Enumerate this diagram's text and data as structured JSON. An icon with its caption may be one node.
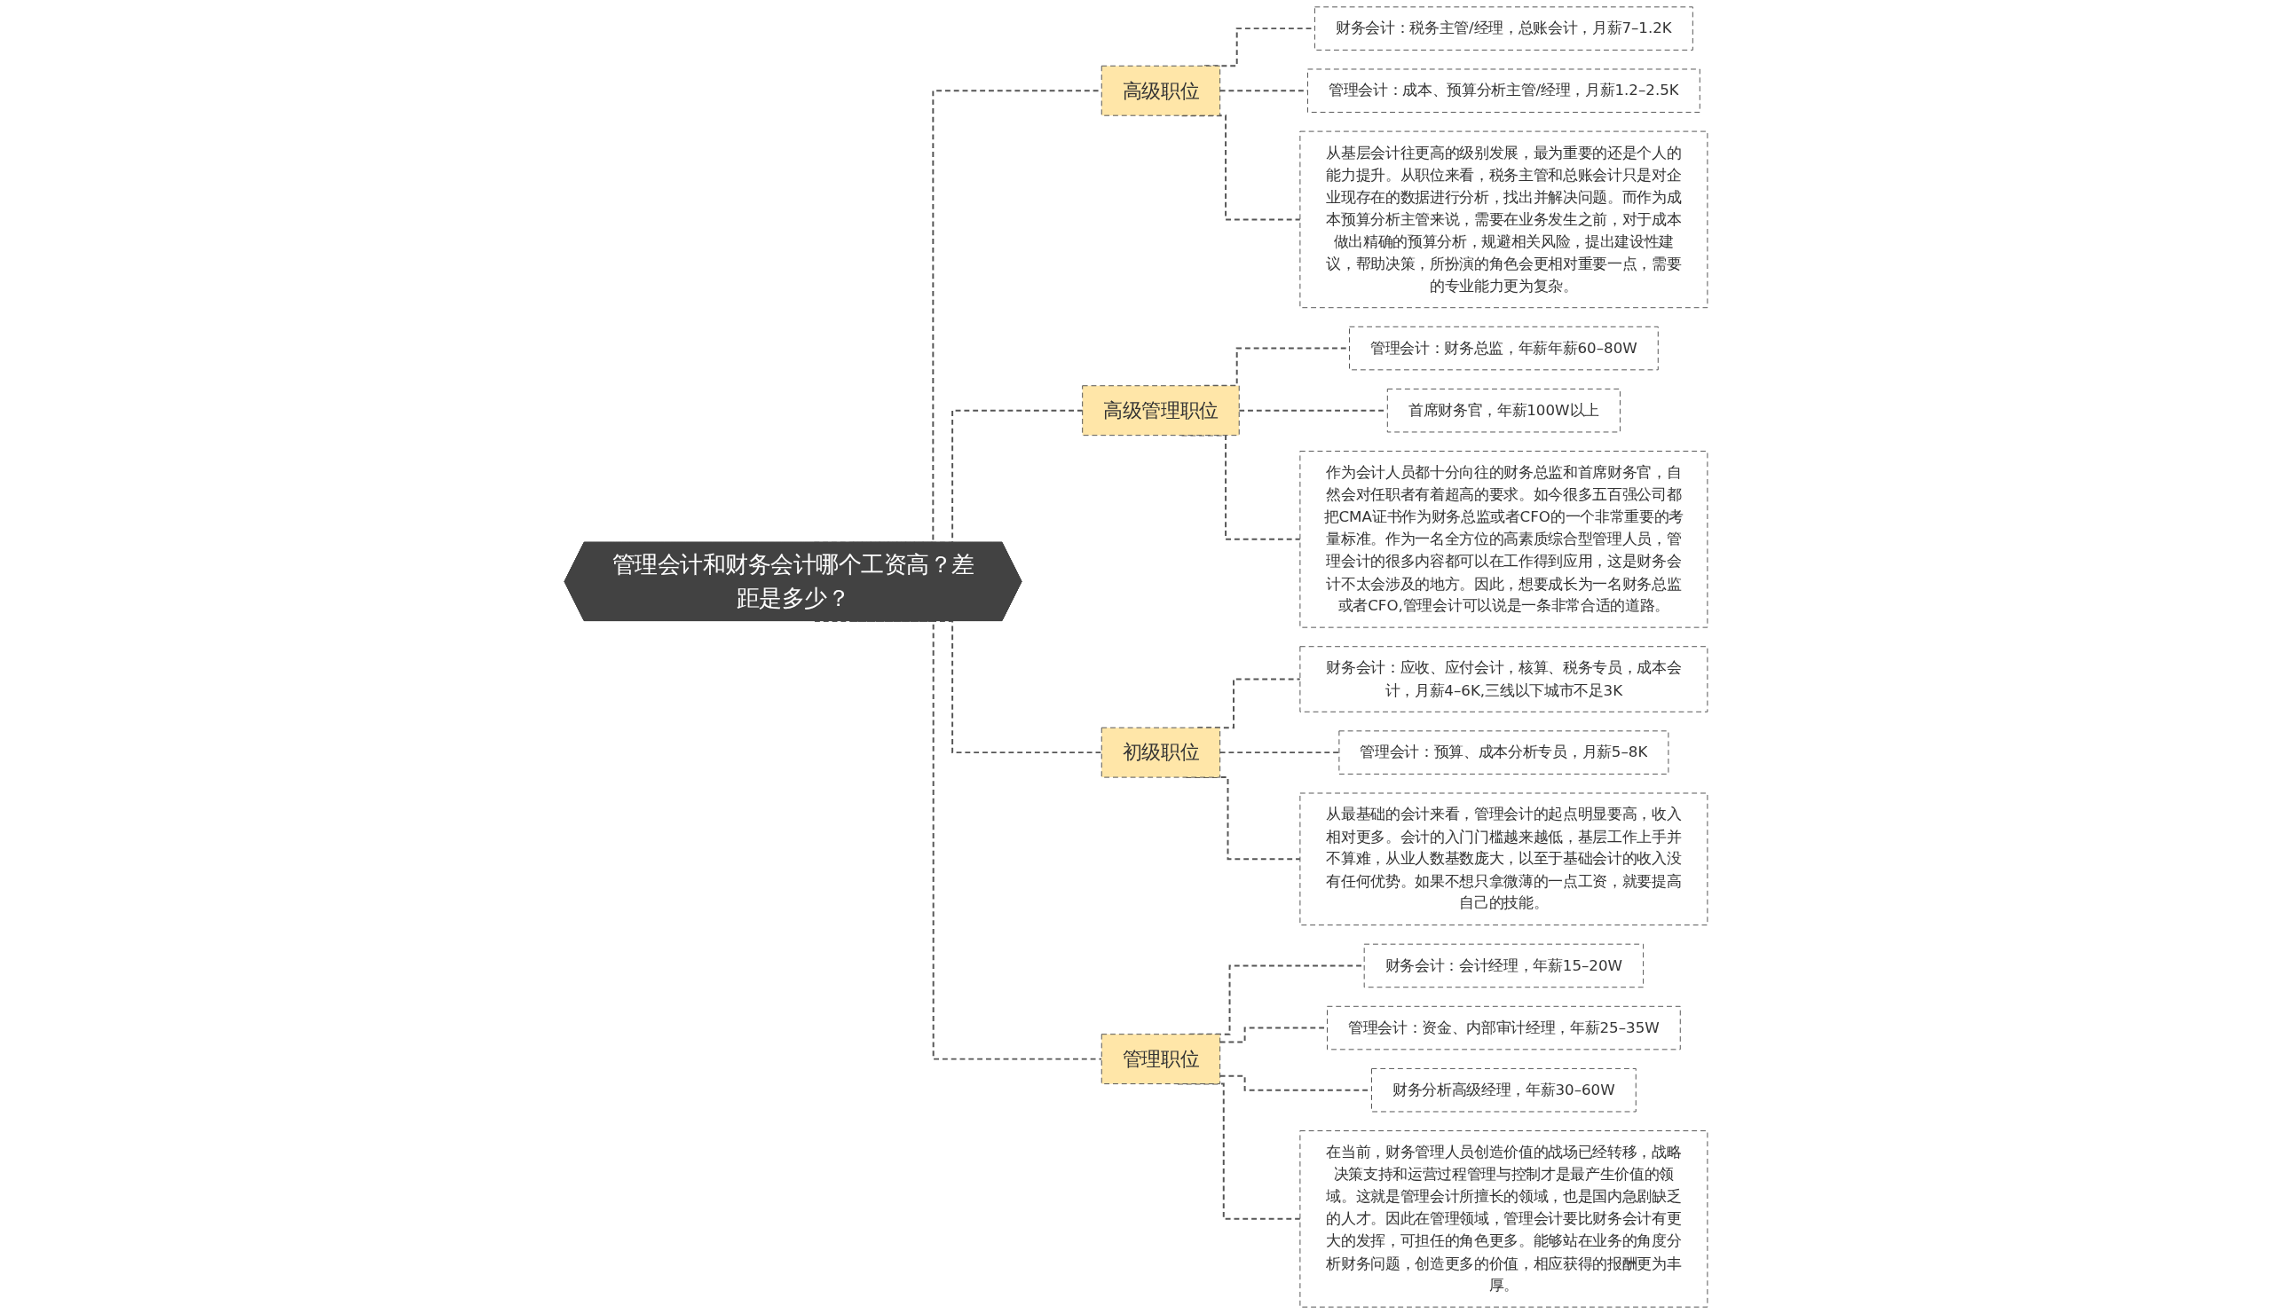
{
  "diagram": {
    "nodes": [
      {
        "text": [
          "管理会计和财务会计哪个工资高？差距是多少？"
        ]
      },
      {
        "text": [
          "高级职位"
        ]
      },
      {
        "text": [
          "财务会计：税务主管/经理，总账会计，月薪7–1.2K"
        ]
      },
      {
        "text": [
          "管理会计：成本、预算分析主管/经理，月薪1.2–2.5K"
        ]
      },
      {
        "text": [
          "从基层会计往更高的级别发展，最为重要的还是个人的能力提升。从职位来看，税务主管和总账会计只是对企业现存在的数据进行分析，找出并解决问题。而作为成本预算分析主管来说，需要在业务发生之前，对于成本做出精确的预算分析，规避相关风险，提出建设性建议，帮助决策，所扮演的角色会更相对重要一点，需要的专业能力更为复杂。"
        ]
      },
      {
        "text": [
          "高级管理职位"
        ]
      },
      {
        "text": [
          "管理会计：财务总监，年薪年薪60–80W"
        ]
      },
      {
        "text": [
          "首席财务官，年薪100W以上"
        ]
      },
      {
        "text": [
          "作为会计人员都十分向往的财务总监和首席财务官，自然会对任职者有着超高的要求。如今很多五百强公司都把CMA证书作为财务总监或者CFO的一个非常重要的考量标准。作为一名全方位的高素质综合型管理人员，管理会计的很多内容都可以在工作得到应用，这是财务会计不太会涉及的地方。因此，想要成长为一名财务总监或者CFO,管理会计可以说是一条非常合适的道路。"
        ]
      },
      {
        "text": [
          "初级职位"
        ]
      },
      {
        "text": [
          "财务会计：应收、应付会计，核算、税务专员，成本会计，月薪4–6K,三线以下城市不足3K"
        ]
      },
      {
        "text": [
          "管理会计：预算、成本分析专员，月薪5–8K"
        ]
      },
      {
        "text": [
          "从最基础的会计来看，管理会计的起点明显要高，收入相对更多。会计的入门门槛越来越低，基层工作上手并不算难，从业人数基数庞大，以至于基础会计的收入没有任何优势。如果不想只拿微薄的一点工资，就要提高自己的技能。"
        ]
      },
      {
        "text": [
          "管理职位"
        ]
      },
      {
        "text": [
          "财务会计：会计经理，年薪15–20W"
        ]
      },
      {
        "text": [
          "管理会计：资金、内部审计经理，年薪25–35W"
        ]
      },
      {
        "text": [
          "财务分析高级经理，年薪30–60W"
        ]
      },
      {
        "text": [
          "在当前，财务管理人员创造价值的战场已经转移，战略决策支持和运营过程管理与控制才是最产生价值的领域。这就是管理会计所擅长的领域，也是国内急剧缺乏的人才。因此在管理领域，管理会计要比财务会计有更大的发挥，可担任的角色更多。能够站在业务的角度分析财务问题，创造更多的价值，相应获得的报酬更为丰厚。"
        ]
      }
    ],
    "edges": [
      {
        "from": 0,
        "to": 1,
        "arrow": "none",
        "style": "dashed"
      },
      {
        "from": 1,
        "to": 2,
        "arrow": "none",
        "style": "dashed"
      },
      {
        "from": 1,
        "to": 3,
        "arrow": "none",
        "style": "dashed"
      },
      {
        "from": 1,
        "to": 4,
        "arrow": "none",
        "style": "dashed"
      },
      {
        "from": 0,
        "to": 5,
        "arrow": "none",
        "style": "dashed"
      },
      {
        "from": 5,
        "to": 6,
        "arrow": "none",
        "style": "dashed"
      },
      {
        "from": 5,
        "to": 7,
        "arrow": "none",
        "style": "dashed"
      },
      {
        "from": 5,
        "to": 8,
        "arrow": "none",
        "style": "dashed"
      },
      {
        "from": 0,
        "to": 9,
        "arrow": "none",
        "style": "dashed"
      },
      {
        "from": 9,
        "to": 10,
        "arrow": "none",
        "style": "dashed"
      },
      {
        "from": 9,
        "to": 11,
        "arrow": "none",
        "style": "dashed"
      },
      {
        "from": 9,
        "to": 12,
        "arrow": "none",
        "style": "dashed"
      },
      {
        "from": 0,
        "to": 13,
        "arrow": "none",
        "style": "dashed"
      },
      {
        "from": 13,
        "to": 14,
        "arrow": "none",
        "style": "dashed"
      },
      {
        "from": 13,
        "to": 15,
        "arrow": "none",
        "style": "dashed"
      },
      {
        "from": 13,
        "to": 16,
        "arrow": "none",
        "style": "dashed"
      },
      {
        "from": 13,
        "to": 17,
        "arrow": "none",
        "style": "dashed"
      }
    ]
  }
}
